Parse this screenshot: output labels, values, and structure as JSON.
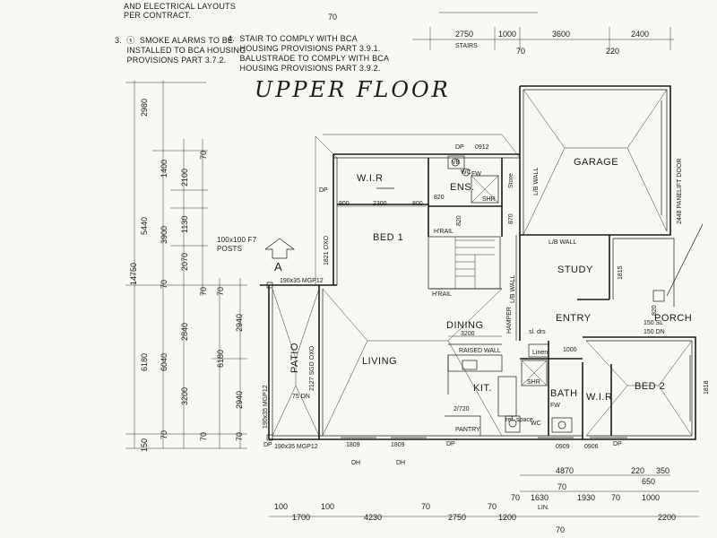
{
  "notes": {
    "partial_top": "AND ELECTRICAL LAYOUTS",
    "per_contract": "PER CONTRACT.",
    "note3": "3.  ⓢ  SMOKE ALARMS TO BE\n     INSTALLED TO BCA HOUSING\n     PROVISIONS PART 3.7.2.",
    "note4": "4.  STAIR TO COMPLY WITH BCA\n     HOUSING PROVISIONS PART 3.9.1.\n     BALUSTRADE TO COMPLY WITH BCA\n     HOUSING PROVISIONS PART 3.9.2."
  },
  "handwritten_title": "UPPER FLOOR",
  "posts_label": "100x100 F7\nPOSTS",
  "marker": "A",
  "rooms": {
    "wir_top": "W.I.R",
    "ens": "ENS.",
    "store": "Store",
    "lb_wall_1": "L/B WALL",
    "garage": "GARAGE",
    "panelift": "2448 PANELIFT DOOR",
    "bed1": "BED 1",
    "study": "STUDY",
    "lb_wall_2": "L/B WALL",
    "lb_wall_3": "L/B WALL",
    "patio": "PATIO",
    "living": "LIVING",
    "dining": "DINING",
    "entry": "ENTRY",
    "porch": "PORCH",
    "kit": "KIT.",
    "bath": "BATH",
    "wir_bottom": "W.I.R",
    "bed2": "BED 2",
    "pantry": "PANTRY",
    "linen": "Linen",
    "raised_wall": "RAISED WALL",
    "hrail_1": "H'RAIL",
    "hrail_2": "H'RAIL",
    "hamper": "HAMPER",
    "sl_drs": "sl. drs",
    "ref_space": "ref.\nspace",
    "stairs": "STAIRS"
  },
  "labels": {
    "dp_0912": "0912",
    "dp": "DP",
    "mgp_top": "190x35 MGP12",
    "mgp_left": "190x35 MGP12",
    "mgp_bottom": "190x35 MGP12",
    "sgd": "2127 SGD OXO",
    "oxo": "1821 OXO",
    "dn75": "75 DN",
    "sl150": "150 SL",
    "dn150": "150 DN",
    "w0909": "0909",
    "w0906": "0906",
    "w1809a": "1809",
    "w1809b": "1809",
    "dh1": "DH",
    "dh2": "DH",
    "d820a": "820",
    "d820b": "820",
    "d820c": "820",
    "d870": "870",
    "d720": "2/720",
    "d1815": "1815",
    "d1818": "1818",
    "d1000": "1000",
    "d3200": "3200",
    "d2300": "2300",
    "d800a": "800",
    "d800b": "800",
    "shr1": "SHR",
    "shr2": "SHR",
    "fw1": "FW",
    "fw2": "FW",
    "vb": "VB",
    "wc1": "WC",
    "wc2": "WC"
  },
  "top_dims": [
    "70",
    "2750",
    "1000",
    "3600",
    "2400",
    "70",
    "220"
  ],
  "left_dims": [
    "2980",
    "1400",
    "2100",
    "70",
    "5440",
    "1130",
    "3900",
    "2070",
    "70",
    "14750",
    "2840",
    "6180",
    "2940",
    "6040",
    "2940",
    "6180",
    "3200",
    "70",
    "150",
    "70",
    "70",
    "70",
    "70"
  ],
  "bottom_dims": [
    "4870",
    "220",
    "350",
    "650",
    "70",
    "1630",
    "70",
    "1930",
    "70",
    "1000",
    "LIN.",
    "100",
    "1700",
    "4230",
    "70",
    "2750",
    "1200",
    "70",
    "100",
    "70",
    "2200"
  ]
}
